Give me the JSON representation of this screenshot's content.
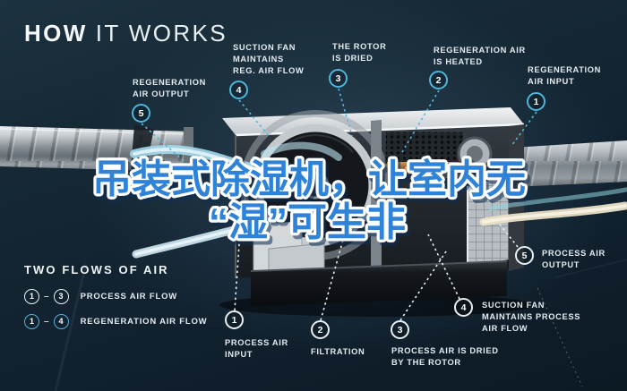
{
  "title": {
    "bold": "HOW",
    "light": "IT WORKS"
  },
  "headline": {
    "line1": "吊装式除湿机，让室内无",
    "line2": "“湿”可生非"
  },
  "legend": {
    "heading": "TWO FLOWS OF AIR",
    "separator": "–",
    "rows": [
      {
        "from": "1",
        "to": "3",
        "label": "PROCESS AIR FLOW",
        "style": "process"
      },
      {
        "from": "1",
        "to": "4",
        "label": "REGENERATION AIR FLOW",
        "style": "regeneration"
      }
    ]
  },
  "callouts": {
    "regeneration": [
      {
        "num": "1",
        "lines": [
          "REGENERATION",
          "AIR INPUT"
        ]
      },
      {
        "num": "2",
        "lines": [
          "REGENERATION AIR",
          "IS HEATED"
        ]
      },
      {
        "num": "3",
        "lines": [
          "THE ROTOR",
          "IS DRIED"
        ]
      },
      {
        "num": "4",
        "lines": [
          "SUCTION FAN",
          "MAINTAINS",
          "REG. AIR FLOW"
        ]
      },
      {
        "num": "5",
        "lines": [
          "REGENERATION",
          "AIR OUTPUT"
        ]
      }
    ],
    "process": [
      {
        "num": "1",
        "lines": [
          "PROCESS AIR",
          "INPUT"
        ]
      },
      {
        "num": "2",
        "lines": [
          "FILTRATION"
        ]
      },
      {
        "num": "3",
        "lines": [
          "PROCESS AIR IS DRIED",
          "BY THE ROTOR"
        ]
      },
      {
        "num": "4",
        "lines": [
          "SUCTION FAN",
          "MAINTAINS PROCESS",
          "AIR FLOW"
        ]
      },
      {
        "num": "5",
        "lines": [
          "PROCESS AIR",
          "OUTPUT"
        ]
      }
    ]
  },
  "colors": {
    "background": "#13222d",
    "accent_cyan": "#4eb6da",
    "process_white": "#e9eff3",
    "label_text": "#e3ebf1",
    "headline_blue": "#2e82d8",
    "headline_outline": "#ffffff",
    "heater_amber": "#e09a4a",
    "duct_silver": "#aab1b7",
    "cream_ribbon": "#e9e0c6"
  }
}
